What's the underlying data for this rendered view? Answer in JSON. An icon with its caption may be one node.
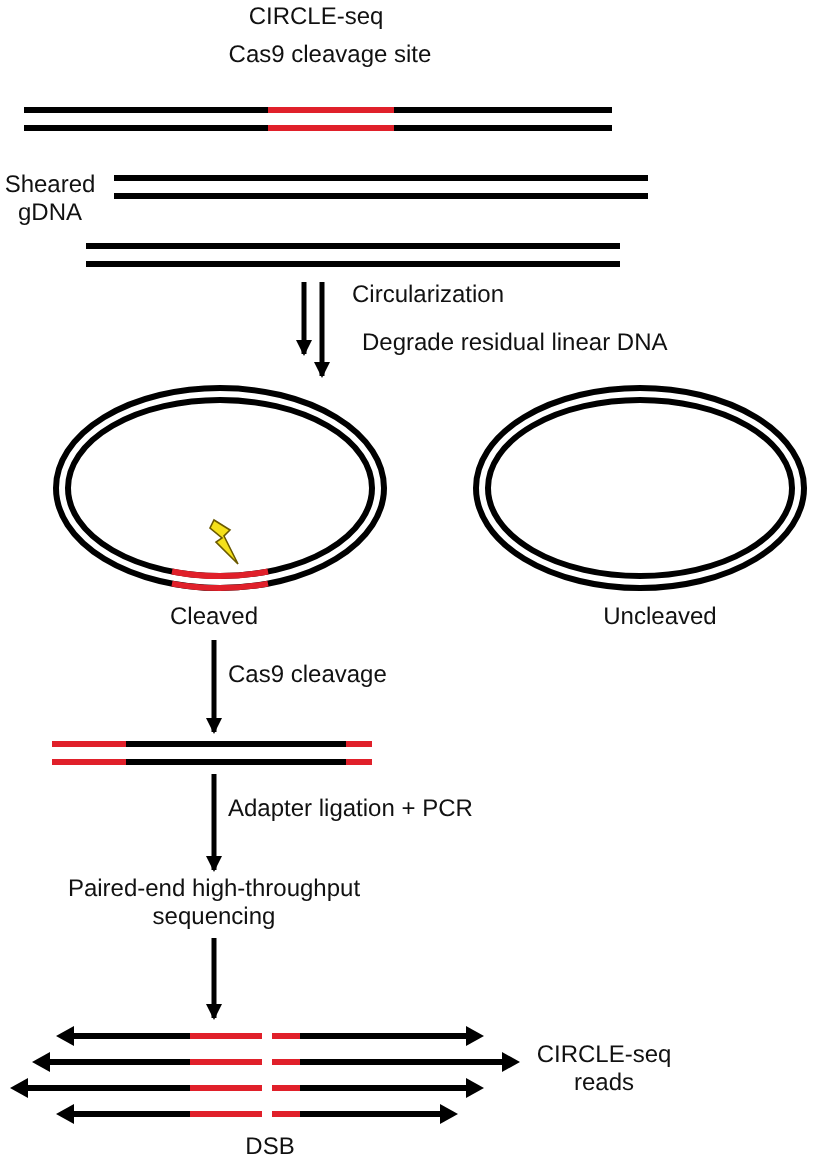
{
  "diagram": {
    "title": "CIRCLE-seq",
    "nodes": [
      {
        "text": [
          "Sheared gDNA"
        ],
        "beside": [
          "Cas9 cleavage site"
        ]
      },
      {
        "text": [],
        "shape": "circle",
        "beside": [
          "Cleaved"
        ]
      },
      {
        "text": [],
        "shape": "circle",
        "beside": [
          "Uncleaved"
        ]
      },
      {
        "text": [],
        "shape": "bar"
      },
      {
        "text": [
          "Paired-end high-throughput sequencing"
        ]
      },
      {
        "text": [],
        "shape": "bar",
        "beside": [
          "CIRCLE-seq reads",
          "DSB"
        ]
      }
    ],
    "edges": [
      {
        "from": 0,
        "to": 1,
        "arrow": "to",
        "label": "Circularization"
      },
      {
        "from": 0,
        "to": 1,
        "arrow": "to",
        "label": "Degrade residual linear DNA"
      },
      {
        "from": 1,
        "to": 3,
        "arrow": "to",
        "label": "Cas9 cleavage"
      },
      {
        "from": 3,
        "to": 4,
        "arrow": "to",
        "label": "Adapter ligation + PCR"
      },
      {
        "from": 4,
        "to": 5,
        "arrow": "to"
      }
    ]
  }
}
